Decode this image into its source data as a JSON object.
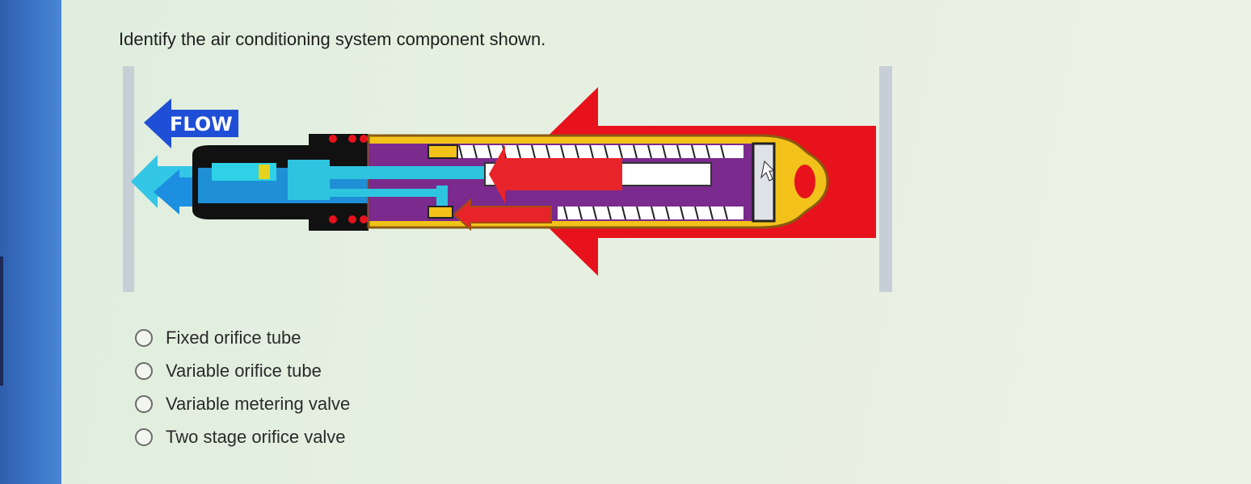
{
  "question": {
    "text": "Identify the air conditioning system component shown."
  },
  "figure": {
    "flow_label": "FLOW",
    "colors": {
      "high_pressure": "#e8121c",
      "body": "#7b2a8e",
      "liquid": "#2ec4e0",
      "housing": "#111111",
      "yellow": "#f2c21a"
    }
  },
  "options": [
    {
      "label": "Fixed orifice tube"
    },
    {
      "label": "Variable orifice tube"
    },
    {
      "label": "Variable metering valve"
    },
    {
      "label": "Two stage orifice valve"
    }
  ]
}
